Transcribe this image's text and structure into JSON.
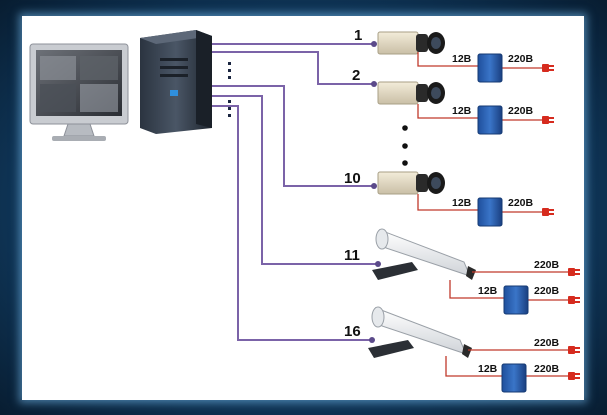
{
  "cameras": [
    {
      "number": "1",
      "low_voltage": "12В",
      "mains_voltage": "220В"
    },
    {
      "number": "2",
      "low_voltage": "12В",
      "mains_voltage": "220В"
    },
    {
      "number": "10",
      "low_voltage": "12В",
      "mains_voltage": "220В"
    },
    {
      "number": "11",
      "heater_voltage": "220В",
      "low_voltage": "12В",
      "mains_voltage": "220В"
    },
    {
      "number": "16",
      "heater_voltage": "220В",
      "low_voltage": "12В",
      "mains_voltage": "220В"
    }
  ],
  "colors": {
    "cable": "#7b63a8",
    "power_wire": "#c0392b",
    "plug": "#d62b1e",
    "psu": "#2a5fb0",
    "frame": "#0e3252"
  },
  "icons": {
    "monitor": "monitor-icon",
    "server": "server-tower-icon",
    "box_camera": "box-camera-icon",
    "outdoor_camera": "outdoor-camera-icon",
    "power_adapter": "power-adapter-icon",
    "plug": "power-plug-icon"
  }
}
